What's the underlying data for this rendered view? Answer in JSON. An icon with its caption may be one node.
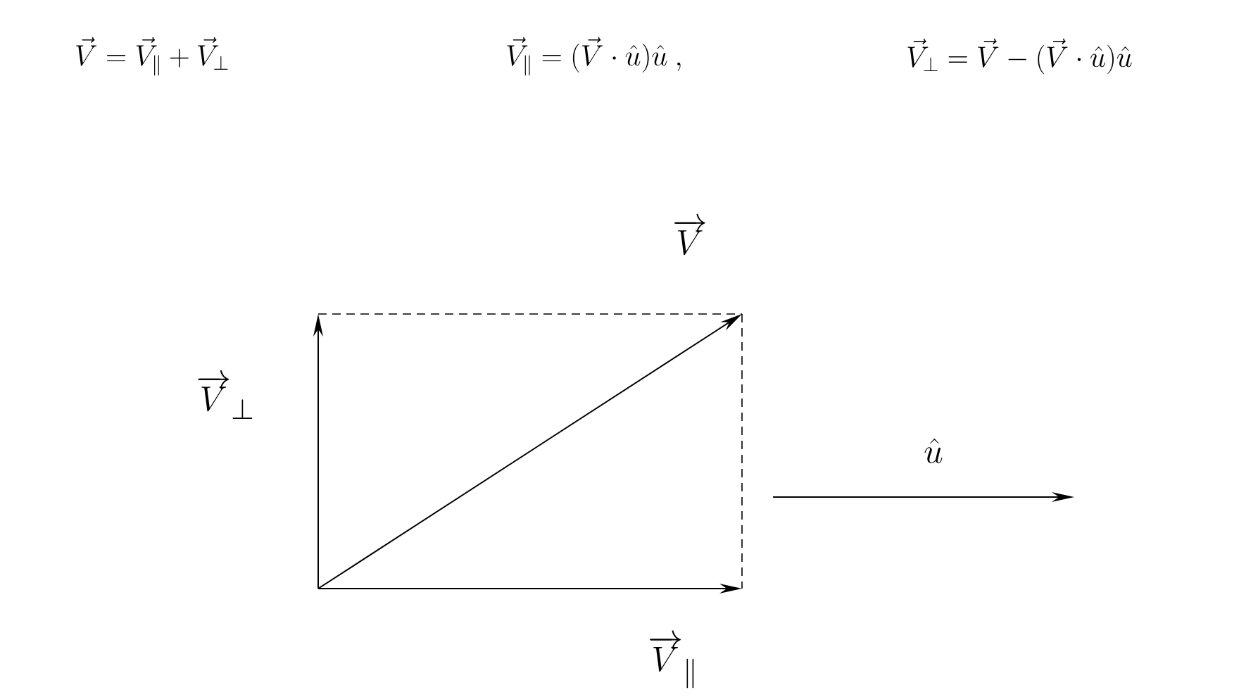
{
  "diagram": {
    "labels": [
      "\\vec{V} = \\vec{V}_{\\|} + \\vec{V}_{\\perp}",
      "\\vec{V}_{\\|} = (\\vec{V} \\cdot \\hat{u})\\hat{u}\\ ,",
      "\\vec{V}_{\\perp} = \\vec{V} - (\\vec{V} \\cdot \\hat{u})\\hat{u}",
      "\\overrightarrow{V}",
      "\\overrightarrow{V}_{\\perp}",
      "\\hat{u}",
      "\\overrightarrow{V}_{\\|}"
    ]
  }
}
